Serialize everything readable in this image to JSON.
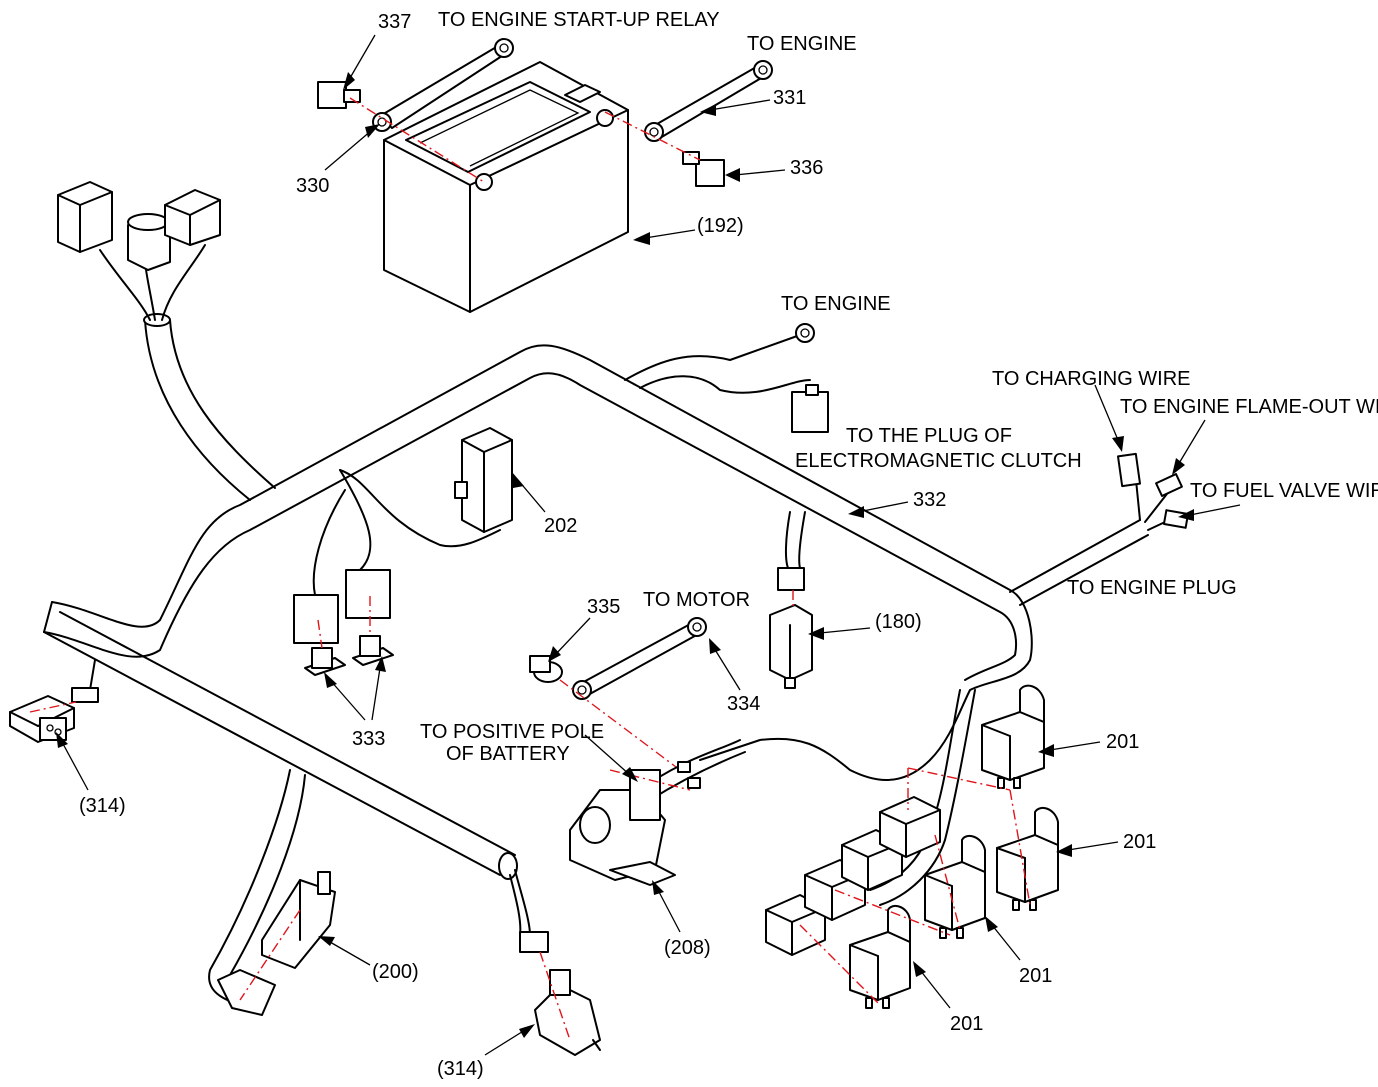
{
  "diagram": {
    "labels": {
      "engine_startup_relay": "TO ENGINE START-UP RELAY",
      "to_engine_top": "TO ENGINE",
      "to_engine_mid": "TO ENGINE",
      "plug_clutch_line1": "TO THE PLUG OF",
      "plug_clutch_line2": "ELECTROMAGNETIC CLUTCH",
      "charging_wire": "TO CHARGING WIRE",
      "flame_out_wire": "TO ENGINE FLAME-OUT WIRE",
      "fuel_valve_wire": "TO FUEL VALVE WIRE",
      "engine_plug": "TO ENGINE PLUG",
      "to_motor": "TO MOTOR",
      "positive_pole_line1": "TO POSITIVE POLE",
      "positive_pole_line2": "OF BATTERY"
    },
    "callouts": {
      "c337": "337",
      "c331": "331",
      "c330": "330",
      "c336": "336",
      "c192": "(192)",
      "c202": "202",
      "c332": "332",
      "c335": "335",
      "c180": "(180)",
      "c334": "334",
      "c333": "333",
      "c314a": "(314)",
      "c201a": "201",
      "c201b": "201",
      "c201c": "201",
      "c201d": "201",
      "c208": "(208)",
      "c200": "(200)",
      "c314b": "(314)"
    },
    "colors": {
      "line": "#000000",
      "centerline": "#e0151b",
      "background": "#ffffff"
    }
  }
}
